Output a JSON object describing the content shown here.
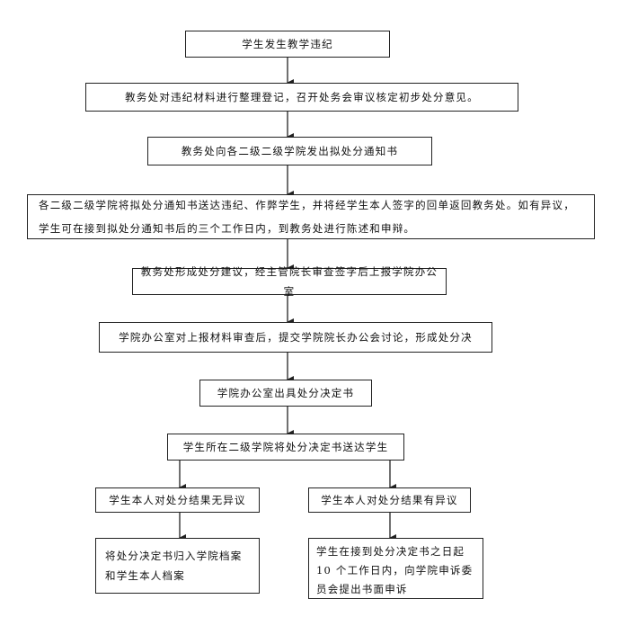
{
  "flow": {
    "s1": "学生发生教学违纪",
    "s2": "教务处对违纪材料进行整理登记，召开处务会审议核定初步处分意见。",
    "s3": "教务处向各二级二级学院发出拟处分通知书",
    "s4": "各二级二级学院将拟处分通知书送达违纪、作弊学生，并将经学生本人签字的回单返回教务处。如有异议，学生可在接到拟处分通知书后的三个工作日内，到教务处进行陈述和申辩。",
    "s5": "教务处形成处分建议，经主管院长审查签字后上报学院办公室",
    "s6": "学院办公室对上报材料审查后，提交学院院长办公会讨论，形成处分决",
    "s7": "学院办公室出具处分决定书",
    "s8": "学生所在二级学院将处分决定书送达学生",
    "left1": "学生本人对处分结果无异议",
    "left2": "将处分决定书归入学院档案和学生本人档案",
    "right1": "学生本人对处分结果有异议",
    "right2": "学生在接到处分决定书之日起 10 个工作日内，向学院申诉委员会提出书面申诉"
  }
}
